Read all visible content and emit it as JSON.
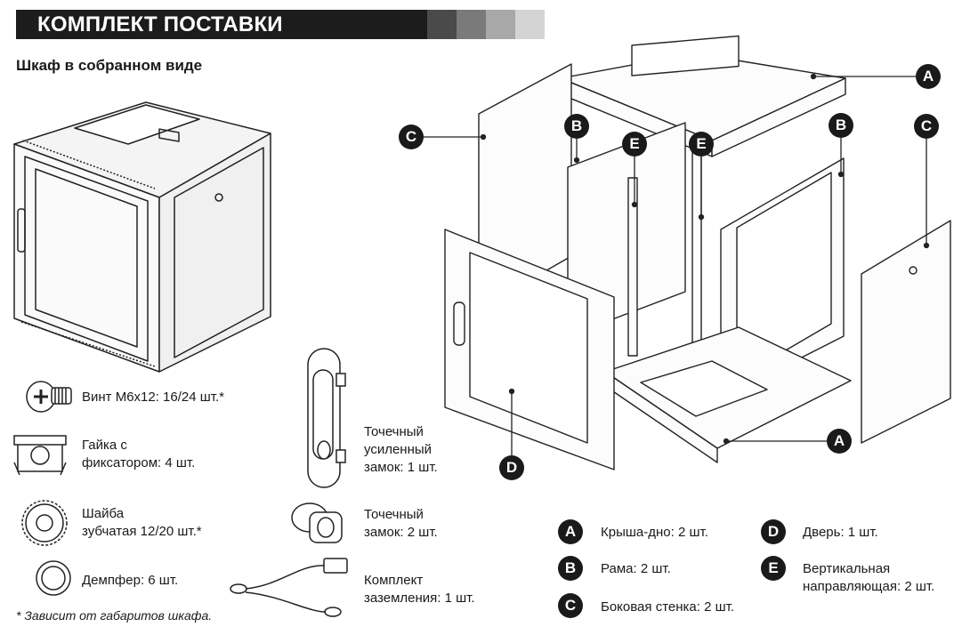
{
  "header": {
    "title": "КОМПЛЕКТ ПОСТАВКИ"
  },
  "subtitle": "Шкаф в собранном виде",
  "items": [
    {
      "icon": "screw-icon",
      "text": "Винт М6х12: 16/24 шт.*"
    },
    {
      "icon": "cage-nut-icon",
      "text": "Гайка с\nфиксатором: 4 шт."
    },
    {
      "icon": "toothed-washer-icon",
      "text": "Шайба\nзубчатая 12/20 шт.*"
    },
    {
      "icon": "damper-icon",
      "text": "Демпфер: 6 шт."
    },
    {
      "icon": "reinforced-lock-icon",
      "text": "Точечный\nусиленный\nзамок: 1 шт."
    },
    {
      "icon": "point-lock-icon",
      "text": "Точечный\nзамок: 2 шт."
    },
    {
      "icon": "grounding-kit-icon",
      "text": "Комплект\nзаземления: 1 шт."
    }
  ],
  "footnote": "* Зависит от габаритов шкафа.",
  "badges": {
    "a": "A",
    "b": "B",
    "c": "C",
    "d": "D",
    "e": "E"
  },
  "legend": [
    {
      "letter": "A",
      "text": "Крыша-дно: 2 шт."
    },
    {
      "letter": "B",
      "text": "Рама: 2 шт."
    },
    {
      "letter": "C",
      "text": "Боковая стенка: 2 шт."
    },
    {
      "letter": "D",
      "text": "Дверь: 1 шт."
    },
    {
      "letter": "E",
      "text": "Вертикальная\nнаправляющая: 2 шт."
    }
  ],
  "colors": {
    "bar": "#1c1c1c",
    "grad": [
      "#4a4a4a",
      "#7a7a7a",
      "#a8a8a8",
      "#d4d4d4"
    ]
  }
}
